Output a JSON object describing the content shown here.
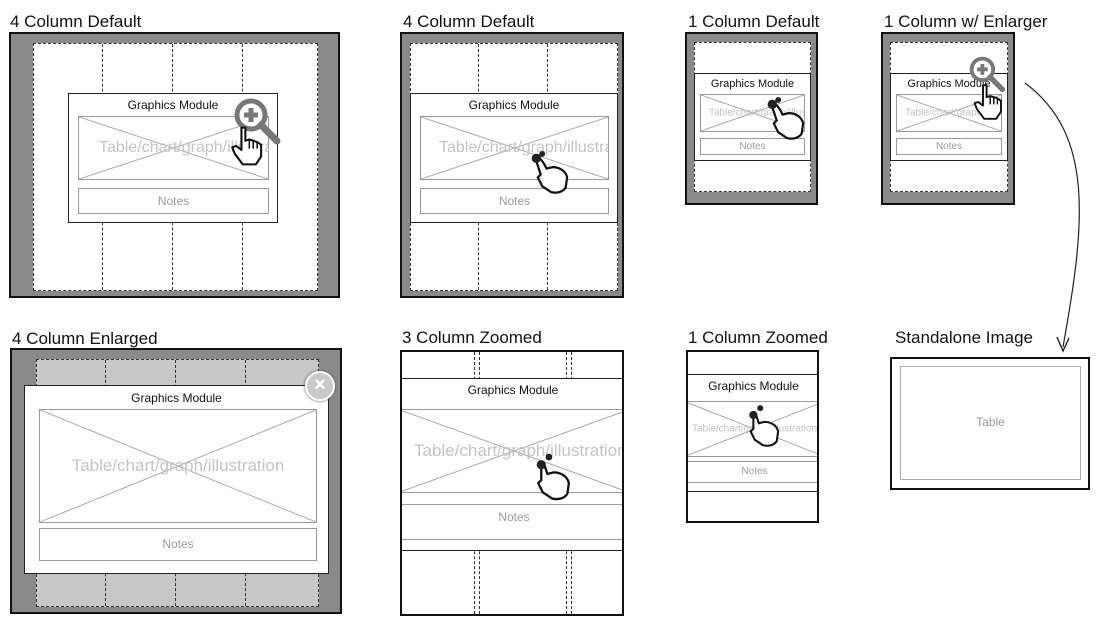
{
  "graphics_module": "Graphics Module",
  "placeholder": "Table/chart/graph/illustration",
  "notes": "Notes",
  "table": "Table",
  "close_glyph": "×",
  "panels": {
    "p1": {
      "title": "4 Column Default"
    },
    "p2": {
      "title": "4 Column Default"
    },
    "p3": {
      "title": "1 Column Default"
    },
    "p4": {
      "title": "1 Column w/ Enlarger"
    },
    "p5": {
      "title": "4 Column Enlarged"
    },
    "p6": {
      "title": "3 Column Zoomed"
    },
    "p7": {
      "title": "1 Column Zoomed"
    },
    "p8": {
      "title": "Standalone Image"
    }
  }
}
